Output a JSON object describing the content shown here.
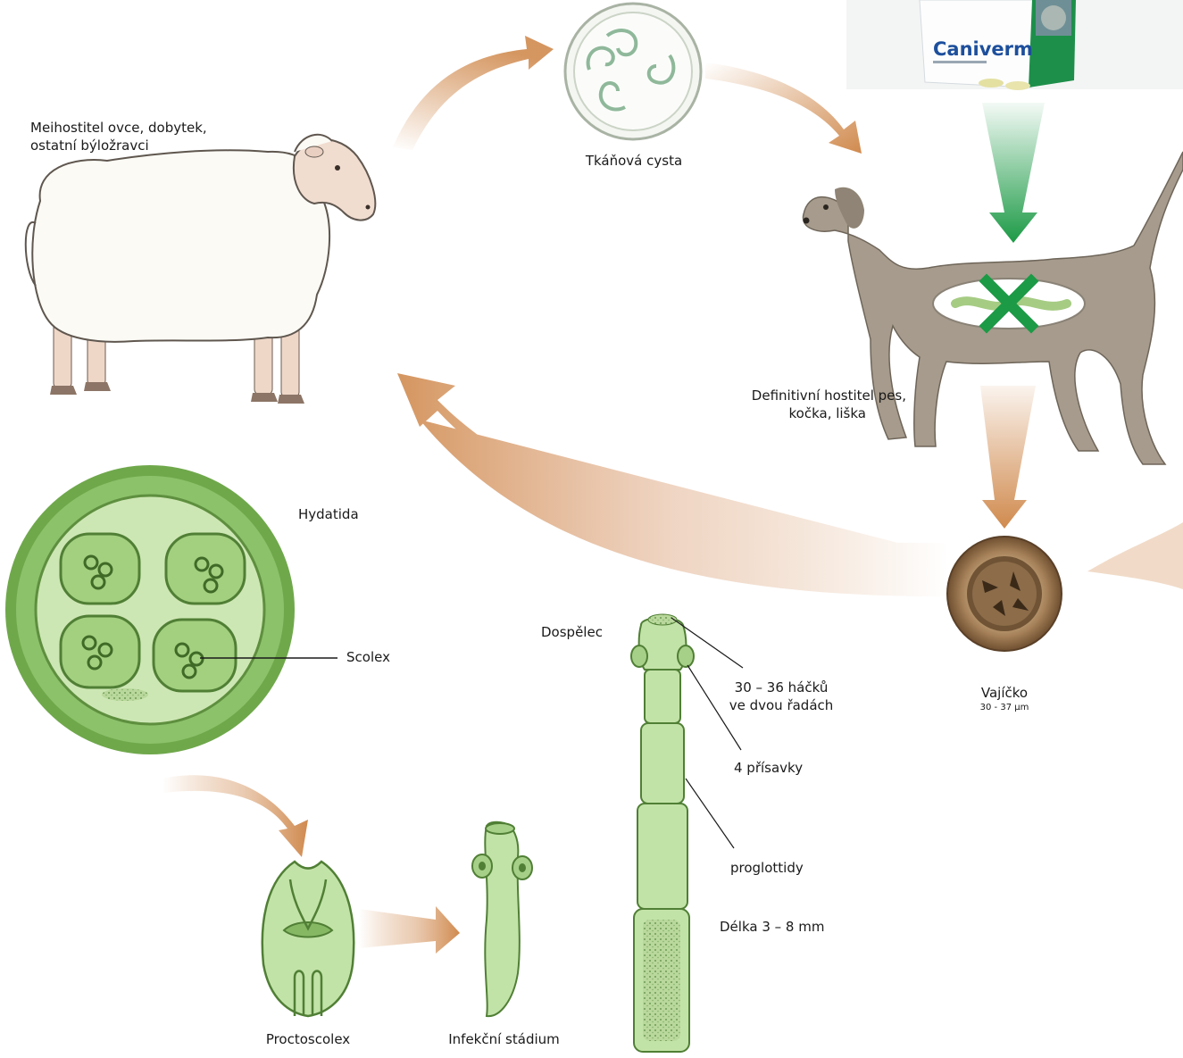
{
  "labels": {
    "intermediate_host": [
      "Meihostitel ovce, dobytek,",
      "ostatní býložravci"
    ],
    "tissue_cyst": "Tkáňová cysta",
    "definitive_host": [
      "Definitivní hostitel pes,",
      "kočka, liška"
    ],
    "hydatid": "Hydatida",
    "scolex": "Scolex",
    "adult": "Dospělec",
    "hooks": [
      "30 – 36 háčků",
      "ve dvou řadách"
    ],
    "suckers": "4 přísavky",
    "proglottids": "proglottidy",
    "length": "Délka 3 – 8 mm",
    "egg": "Vajíčko",
    "egg_size": "30 - 37 µm",
    "protoscolex": "Proctoscolex",
    "infective_stage": "Infekční stádium"
  },
  "product": {
    "name": "Caniverm"
  },
  "colors": {
    "arrow": "#d08a4e",
    "tapeworm_green": "#bcdca0",
    "tapeworm_outline": "#7fa964",
    "hydatid_green": "#8cc26a",
    "dog": "#a69b8c",
    "sheep_wool": "#fbfaf5",
    "egg_brown": "#8b6a45",
    "treatment_green": "#1c9a46"
  }
}
